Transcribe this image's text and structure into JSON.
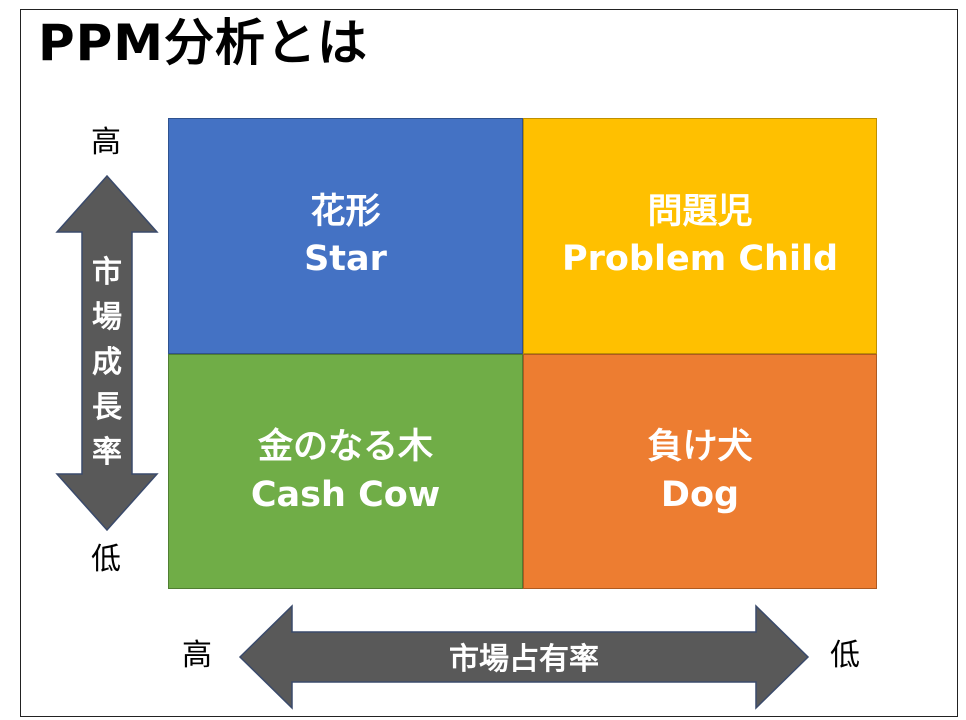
{
  "title": "PPM分析とは",
  "quadrants": [
    {
      "line1": "花形",
      "line2": "Star",
      "color": "#4472c4"
    },
    {
      "line1": "問題児",
      "line2": "Problem Child",
      "color": "#ffc000"
    },
    {
      "line1": "金のなる木",
      "line2": "Cash Cow",
      "color": "#70ad47"
    },
    {
      "line1": "負け犬",
      "line2": "Dog",
      "color": "#ed7d31"
    }
  ],
  "y_axis": {
    "chars": [
      "市",
      "場",
      "成",
      "長",
      "率"
    ],
    "high": "高",
    "low": "低"
  },
  "x_axis": {
    "label": "市場占有率",
    "high": "高",
    "low": "低"
  },
  "arrow_color": "#595959"
}
